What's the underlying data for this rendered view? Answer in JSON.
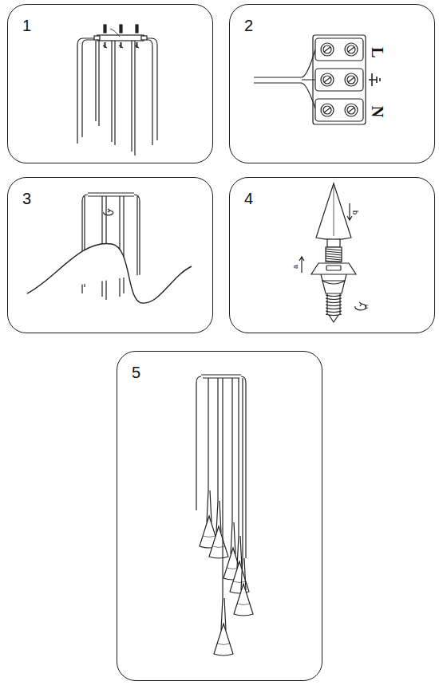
{
  "diagram": {
    "nodes": [
      {
        "text": [
          "1"
        ]
      },
      {
        "text": [
          "2"
        ]
      },
      {
        "text": [
          "3"
        ]
      },
      {
        "text": [
          "4"
        ]
      },
      {
        "text": [
          "5"
        ]
      }
    ],
    "labels": [
      "L",
      "N",
      "b",
      "a",
      "c"
    ]
  }
}
